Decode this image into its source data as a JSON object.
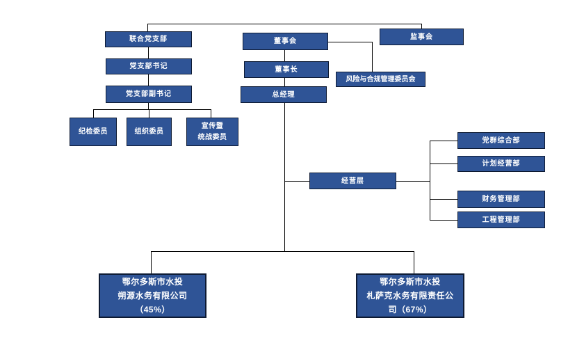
{
  "diagram": {
    "type": "org-chart",
    "colors": {
      "node_fill": "#2F5496",
      "node_border": "#0d1a33",
      "node_text": "#FFFFFF",
      "connector": "#000000",
      "background": "#FFFFFF"
    },
    "nodes": {
      "joint_party_branch": {
        "label": "联合党支部"
      },
      "party_branch_secretary": {
        "label": "党支部书记"
      },
      "deputy_party_branch_secretary": {
        "label": "党支部副书记"
      },
      "discipline_inspection_member": {
        "label": "纪检委员"
      },
      "organization_member": {
        "label": "组织委员"
      },
      "propaganda_united_front_member": {
        "label": "宣传暨\n统战委员"
      },
      "board_of_directors": {
        "label": "董事会"
      },
      "board_chairman": {
        "label": "董事长"
      },
      "general_manager": {
        "label": "总经理"
      },
      "board_of_supervisors": {
        "label": "监事会"
      },
      "risk_compliance_committee": {
        "label": "风险与合规管理委员会"
      },
      "management_level": {
        "label": "经营层"
      },
      "party_mass_general_dept": {
        "label": "党群综合部"
      },
      "planning_operation_dept": {
        "label": "计划经营部"
      },
      "financial_management_dept": {
        "label": "财务管理部"
      },
      "engineering_management_dept": {
        "label": "工程管理部"
      },
      "subsidiary_shuoyuan": {
        "label": "鄂尔多斯市水投\n朔源水务有限公司\n（45%）"
      },
      "subsidiary_zhasake": {
        "label": "鄂尔多斯市水投\n札萨克水务有限责任公\n司（67%）"
      }
    },
    "edges": [
      {
        "from": "top_bracket",
        "to": "joint_party_branch"
      },
      {
        "from": "top_bracket",
        "to": "board_of_supervisors"
      },
      {
        "from": "joint_party_branch",
        "to": "party_branch_secretary"
      },
      {
        "from": "party_branch_secretary",
        "to": "deputy_party_branch_secretary"
      },
      {
        "from": "deputy_party_branch_secretary",
        "to": "discipline_inspection_member"
      },
      {
        "from": "deputy_party_branch_secretary",
        "to": "organization_member"
      },
      {
        "from": "deputy_party_branch_secretary",
        "to": "propaganda_united_front_member"
      },
      {
        "from": "board_of_directors",
        "to": "board_chairman"
      },
      {
        "from": "board_of_directors",
        "to": "risk_compliance_committee"
      },
      {
        "from": "board_chairman",
        "to": "general_manager"
      },
      {
        "from": "general_manager",
        "to": "management_level"
      },
      {
        "from": "management_level",
        "to": "party_mass_general_dept"
      },
      {
        "from": "management_level",
        "to": "planning_operation_dept"
      },
      {
        "from": "management_level",
        "to": "financial_management_dept"
      },
      {
        "from": "management_level",
        "to": "engineering_management_dept"
      },
      {
        "from": "general_manager",
        "to": "subsidiary_shuoyuan"
      },
      {
        "from": "general_manager",
        "to": "subsidiary_zhasake"
      }
    ]
  }
}
